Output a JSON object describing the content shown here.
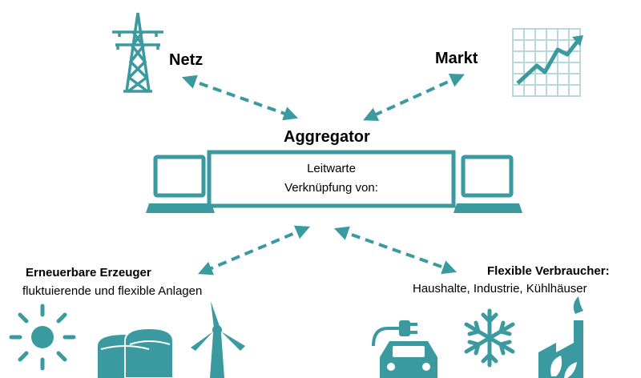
{
  "accent_color": "#3a9aa0",
  "nodes": {
    "netz": {
      "label": "Netz",
      "icon": "power-pylon-icon"
    },
    "markt": {
      "label": "Markt",
      "icon": "market-chart-icon"
    },
    "aggregator": {
      "title": "Aggregator",
      "box_line1": "Leitwarte",
      "box_line2": "Verknüpfung von:",
      "icons": [
        "laptop-icon",
        "laptop-icon"
      ]
    },
    "producers": {
      "title": "Erneuerbare Erzeuger",
      "subtitle": "fluktuierende und flexible Anlagen",
      "icons": [
        "sun-icon",
        "biogas-plant-icon",
        "wind-turbine-icon"
      ]
    },
    "consumers": {
      "title": "Flexible Verbraucher:",
      "subtitle": "Haushalte, Industrie, Kühlhäuser",
      "icons": [
        "electric-car-icon",
        "snowflake-icon",
        "factory-icon"
      ]
    }
  },
  "connections": [
    {
      "from": "netz",
      "to": "aggregator",
      "style": "dashed-double-arrow"
    },
    {
      "from": "markt",
      "to": "aggregator",
      "style": "dashed-double-arrow"
    },
    {
      "from": "producers",
      "to": "aggregator",
      "style": "dashed-double-arrow"
    },
    {
      "from": "consumers",
      "to": "aggregator",
      "style": "dashed-double-arrow"
    }
  ]
}
